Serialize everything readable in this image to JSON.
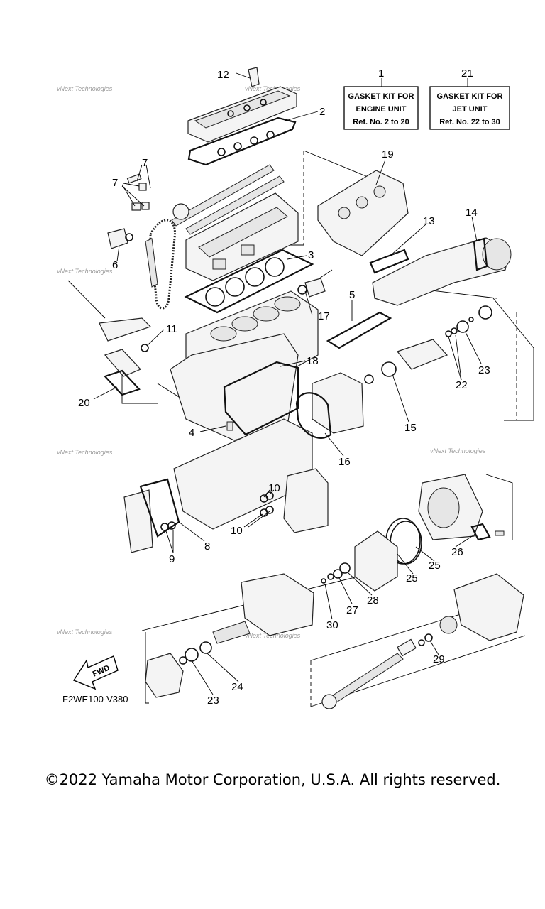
{
  "kit_boxes": [
    {
      "ref": "1",
      "lines": [
        "GASKET KIT FOR",
        "ENGINE UNIT",
        "Ref. No. 2 to 20"
      ]
    },
    {
      "ref": "21",
      "lines": [
        "GASKET KIT FOR",
        "JET UNIT",
        "Ref. No. 22 to 30"
      ]
    }
  ],
  "callouts": [
    "12",
    "2",
    "7",
    "7",
    "6",
    "19",
    "14",
    "13",
    "3",
    "17",
    "5",
    "11",
    "18",
    "22",
    "23",
    "20",
    "15",
    "4",
    "16",
    "10",
    "10",
    "8",
    "9",
    "26",
    "25",
    "25",
    "28",
    "27",
    "30",
    "29",
    "24",
    "23"
  ],
  "watermark": "vNext Technologies",
  "fwd_label": "FWD",
  "diagram_code": "F2WE100-V380",
  "copyright": "©2022 Yamaha Motor Corporation, U.S.A. All rights reserved."
}
